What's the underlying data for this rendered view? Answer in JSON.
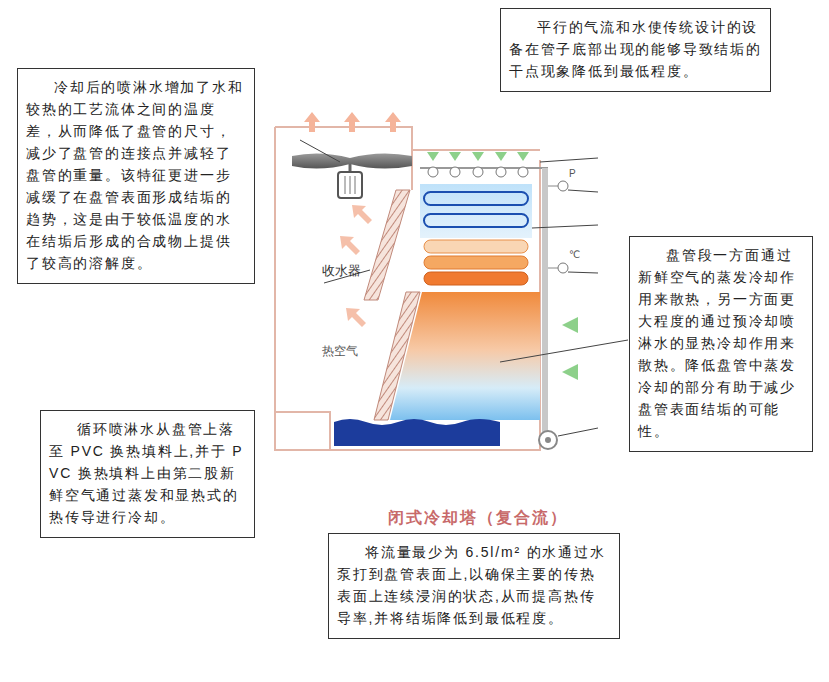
{
  "diagram": {
    "caption": "闭式冷却塔（复合流）",
    "nodes": [
      {
        "text": [
          "平行的气流和水使传统设计的设备在管子底部出现的能够导致结垢的干点现象降低到最低程度。"
        ]
      },
      {
        "text": [
          "冷却后的喷淋水增加了水和较热的工艺流体之间的温度差，从而降低了盘管的尺寸，减少了盘管的连接点并减轻了盘管的重量。该特征更进一步减缓了在盘管表面形成结垢的趋势，这是由于较低温度的水在结垢后形成的合成物上提供了较高的溶解度。"
        ]
      },
      {
        "text": [
          "盘管段一方面通过新鲜空气的蒸发冷却作用来散热，另一方面更大程度的通过预冷却喷淋水的显热冷却作用来散热。降低盘管中蒸发冷却的部分有助于减少盘管表面结垢的可能性。"
        ]
      },
      {
        "text": [
          "循环喷淋水从盘管上落至 PVC 换热填料上,并于 PVC 换热填料上由第二股新鲜空气通过蒸发和显热式的热传导进行冷却。"
        ]
      },
      {
        "text": [
          "将流量最少为 6.5l/m² 的水通过水泵打到盘管表面上,以确保主要的传热表面上连续浸润的状态,从而提高热传导率,并将结垢降低到最低程度。"
        ]
      }
    ],
    "labels": [
      "收水器",
      "热空气",
      "P",
      "℃"
    ]
  }
}
